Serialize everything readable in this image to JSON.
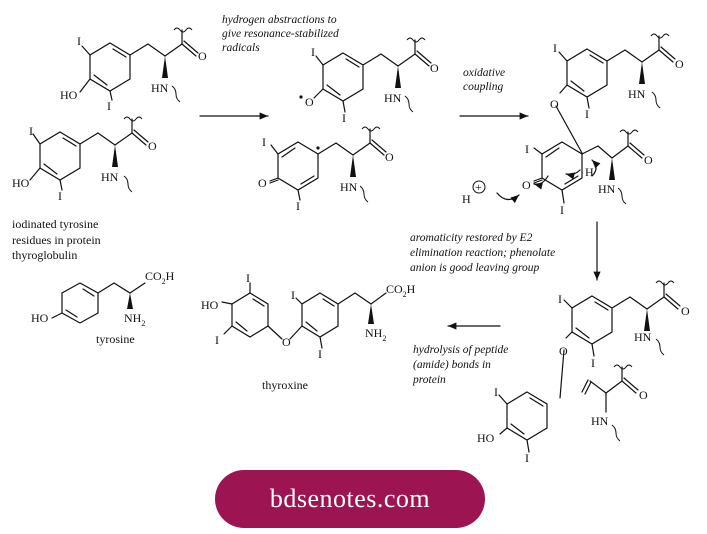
{
  "labels": {
    "iodine": "I",
    "hydroxyl": "HO",
    "amine": "HN",
    "oxygen": "O",
    "amino": "NH",
    "sub2": "2",
    "carboxyl": "CO",
    "carboxyl_end": "H",
    "hydrogen": "H",
    "plus": "+"
  },
  "captions": {
    "iodinated_1": "iodinated tyrosine",
    "iodinated_2": "residues in protein",
    "iodinated_3": "thyroglobulin",
    "tyrosine": "tyrosine",
    "thyroxine": "thyroxine"
  },
  "notes": {
    "abstraction_1": "hydrogen abstractions to",
    "abstraction_2": "give resonance-stabilized",
    "abstraction_3": "radicals",
    "oxidative_1": "oxidative",
    "oxidative_2": "coupling",
    "aromaticity_1": "aromaticity restored by E2",
    "aromaticity_2": "elimination reaction; phenolate",
    "aromaticity_3": "anion is good leaving group",
    "hydrolysis_1": "hydrolysis of peptide",
    "hydrolysis_2": "(amide) bonds in",
    "hydrolysis_3": "protein"
  },
  "watermark": "bdsenotes.com"
}
